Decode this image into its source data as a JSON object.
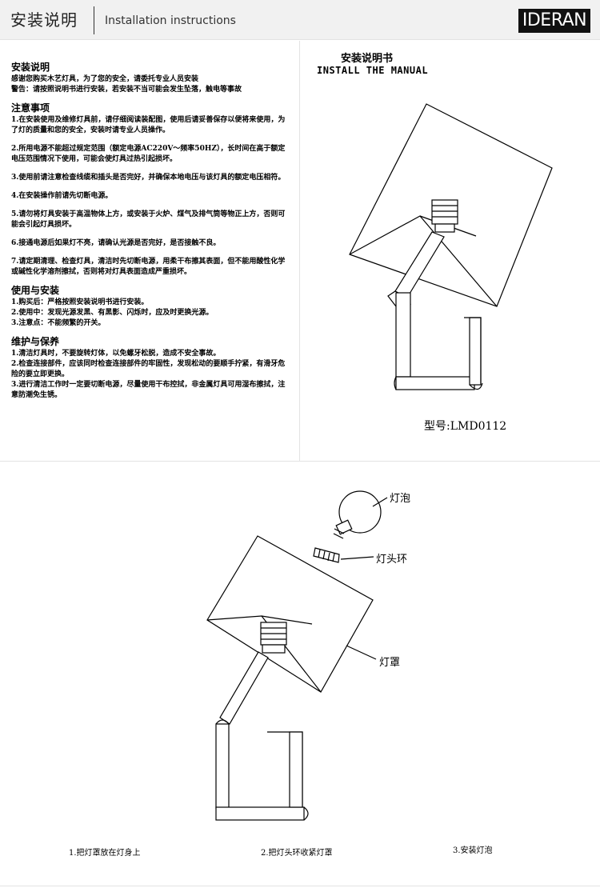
{
  "header": {
    "title_cn": "安装说明",
    "title_en": "Installation instructions",
    "brand": "IDERAN"
  },
  "instructions": {
    "intro_heading": "安装说明",
    "intro_lines": [
      "感谢您购买木艺灯具，为了您的安全，请委托专业人员安装",
      "警告：请按照说明书进行安装，若安装不当可能会发生坠落，触电等事故"
    ],
    "notes_heading": "注意事项",
    "notes": [
      "1.在安装使用及维修灯具前，请仔细阅读装配图，使用后请妥善保存以便将来使用，为了灯的质量和您的安全，安装时请专业人员操作。",
      "2.所用电源不能超过规定范围（额定电源AC220V～频率50HZ），长时间在高于额定电压范围情况下使用，可能会使灯具过热引起损坏。",
      "3.使用前请注意检查线缆和插头是否完好，并确保本地电压与该灯具的额定电压相符。",
      "4.在安装操作前请先切断电源。",
      "5.请勿将灯具安装于高温物体上方，或安装于火炉、煤气及排气筒等物正上方，否则可能会引起灯具损坏。",
      "6.接通电源后如果灯不亮，请确认光源是否完好，是否接触不良。",
      "7.请定期清理、检查灯具，清洁时先切断电源，用柔干布擦其表面，但不能用酸性化学或碱性化学溶剂擦拭，否则将对灯具表面造成严重损坏。"
    ],
    "usage_heading": "使用与安装",
    "usage": [
      "1.购买后：严格按照安装说明书进行安装。",
      "2.使用中：发现光源发黑、有黑影、闪烁时，应及时更换光源。",
      "3.注意点：不能频繁的开关。"
    ],
    "maintenance_heading": "维护与保养",
    "maintenance": [
      "1.清洁灯具时，不要旋转灯体，以免螺牙松脱，造成不安全事故。",
      "2.检查连接部件，应该同时检查连接部件的牢固性，发现松动的要顺手拧紧，有滑牙危险的要立即更换。",
      "3.进行清洁工作时一定要切断电源，尽量使用干布控拭，非金属灯具可用湿布擦拭，注意防潮免生锈。"
    ]
  },
  "manual": {
    "title_cn": "安装说明书",
    "title_en": "INSTALL THE MANUAL",
    "model": "型号:LMD0112"
  },
  "diagram": {
    "label_bulb": "灯泡",
    "label_ring": "灯头环",
    "label_shade": "灯罩",
    "steps": [
      "1.把灯罩放在灯身上",
      "2.把灯头环收紧灯罩",
      "3.安装灯泡"
    ]
  },
  "colors": {
    "header_bg": "#f1f1f1",
    "brand_bg": "#111111",
    "brand_text": "#ffffff"
  }
}
